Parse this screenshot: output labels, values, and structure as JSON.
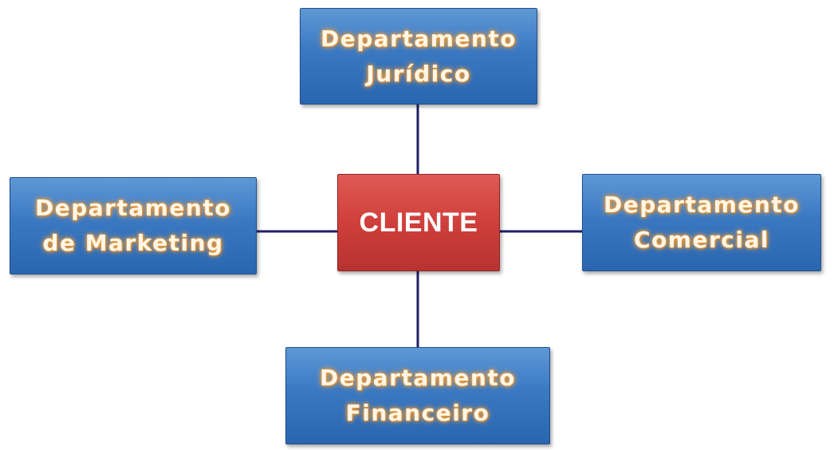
{
  "diagram": {
    "center": {
      "label": "CLIENTE"
    },
    "nodes": {
      "top": {
        "line1": "Departamento",
        "line2": "Jurídico"
      },
      "left": {
        "line1": "Departamento",
        "line2": "de Marketing"
      },
      "right": {
        "line1": "Departamento",
        "line2": "Comercial"
      },
      "bottom": {
        "line1": "Departamento",
        "line2": "Financeiro"
      }
    },
    "edges": [
      {
        "from": "CLIENTE",
        "to": "Departamento Jurídico"
      },
      {
        "from": "CLIENTE",
        "to": "Departamento de Marketing"
      },
      {
        "from": "CLIENTE",
        "to": "Departamento Comercial"
      },
      {
        "from": "CLIENTE",
        "to": "Departamento Financeiro"
      }
    ],
    "colors": {
      "department_fill": "#3a78c2",
      "center_fill": "#cf3f3b",
      "connector": "#1f1f66",
      "department_text_glow": "#f0a040"
    }
  }
}
